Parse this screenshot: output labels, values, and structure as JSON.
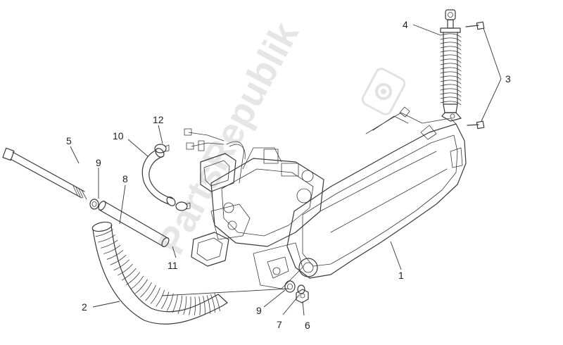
{
  "diagram": {
    "callouts": [
      {
        "id": "c1",
        "label": "1"
      },
      {
        "id": "c2",
        "label": "2"
      },
      {
        "id": "c3",
        "label": "3"
      },
      {
        "id": "c4",
        "label": "4"
      },
      {
        "id": "c5",
        "label": "5"
      },
      {
        "id": "c6",
        "label": "6"
      },
      {
        "id": "c7",
        "label": "7"
      },
      {
        "id": "c8",
        "label": "8"
      },
      {
        "id": "c9a",
        "label": "9"
      },
      {
        "id": "c9b",
        "label": "9"
      },
      {
        "id": "c10",
        "label": "10"
      },
      {
        "id": "c11",
        "label": "11"
      },
      {
        "id": "c12",
        "label": "12"
      }
    ],
    "watermark": "PartsRepublik",
    "colors": {
      "ink": "#3a3a3a",
      "watermark": "#e6e6e6",
      "background": "#ffffff"
    }
  }
}
